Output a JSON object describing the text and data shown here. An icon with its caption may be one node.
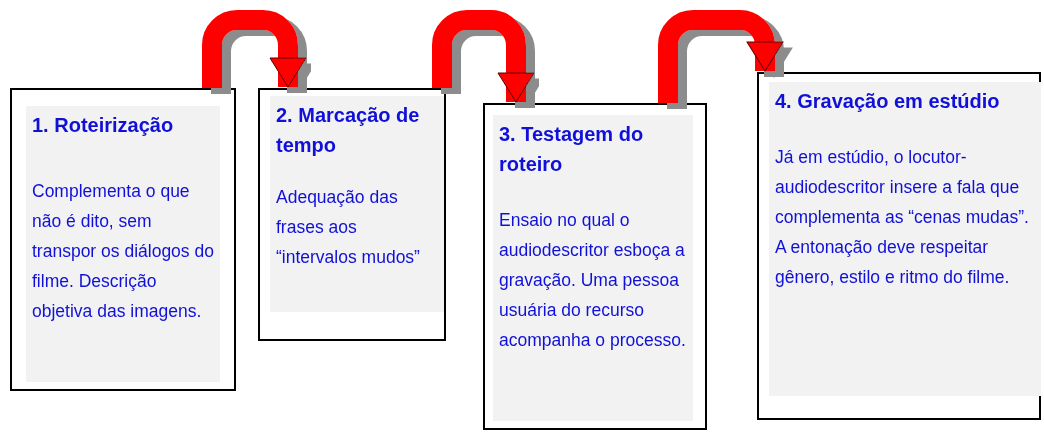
{
  "diagram": {
    "nodes": [
      {
        "text": [
          "1. Roteirização",
          "Complementa o que não é dito, sem transpor os diálogos do filme. Descrição objetiva das imagens."
        ]
      },
      {
        "text": [
          "2. Marcação de tempo",
          "Adequação das frases aos “intervalos mudos”"
        ]
      },
      {
        "text": [
          "3. Testagem do roteiro",
          "Ensaio no qual o audiodescritor esboça a gravação. Uma pessoa  usuária do recurso acompanha o processo."
        ]
      },
      {
        "text": [
          "4. Gravação em estúdio",
          "Já em estúdio, o locutor-audiodescritor insere a fala que complementa as “cenas mudas”. A entonação deve respeitar gênero, estilo e ritmo do filme."
        ]
      }
    ],
    "edges": [
      {
        "from": 0,
        "to": 1,
        "arrow": "to"
      },
      {
        "from": 1,
        "to": 2,
        "arrow": "to"
      },
      {
        "from": 2,
        "to": 3,
        "arrow": "to"
      }
    ]
  }
}
